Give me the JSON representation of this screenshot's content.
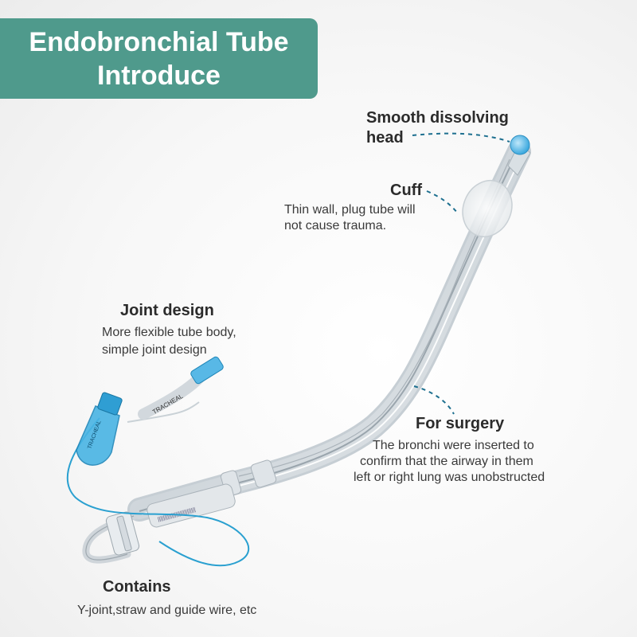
{
  "title": {
    "line1": "Endobronchial Tube",
    "line2": "Introduce"
  },
  "callouts": {
    "head": {
      "heading_line1": "Smooth dissolving",
      "heading_line2": "head"
    },
    "cuff": {
      "heading": "Cuff",
      "desc_line1": "Thin wall, plug tube will",
      "desc_line2": "not cause trauma."
    },
    "joint": {
      "heading": "Joint design",
      "desc_line1": "More flexible tube body,",
      "desc_line2": "simple joint design"
    },
    "surgery": {
      "heading": "For surgery",
      "desc_line1": "The bronchi were inserted to",
      "desc_line2": "confirm that the airway in them",
      "desc_line3": "left or right lung was unobstructed"
    },
    "contains": {
      "heading": "Contains",
      "desc": "Y-joint,straw and guide wire, etc"
    }
  },
  "tube_print": {
    "label": "TRACHEAL"
  },
  "colors": {
    "banner": "#4f9a8c",
    "callout_line": "#1d6f8f",
    "tip": "#4bb6e8",
    "connector": "#2aa0d0"
  },
  "icons": [
    "endobronchial-tube-illustration"
  ]
}
